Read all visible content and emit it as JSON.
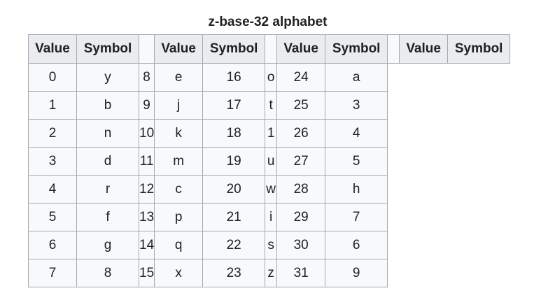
{
  "caption": "z-base-32 alphabet",
  "headers": {
    "value": "Value",
    "symbol": "Symbol"
  },
  "rows": [
    [
      {
        "v": "0",
        "s": "y"
      },
      {
        "v": "8",
        "s": "e"
      },
      {
        "v": "16",
        "s": "o"
      },
      {
        "v": "24",
        "s": "a"
      }
    ],
    [
      {
        "v": "1",
        "s": "b"
      },
      {
        "v": "9",
        "s": "j"
      },
      {
        "v": "17",
        "s": "t"
      },
      {
        "v": "25",
        "s": "3"
      }
    ],
    [
      {
        "v": "2",
        "s": "n"
      },
      {
        "v": "10",
        "s": "k"
      },
      {
        "v": "18",
        "s": "1"
      },
      {
        "v": "26",
        "s": "4"
      }
    ],
    [
      {
        "v": "3",
        "s": "d"
      },
      {
        "v": "11",
        "s": "m"
      },
      {
        "v": "19",
        "s": "u"
      },
      {
        "v": "27",
        "s": "5"
      }
    ],
    [
      {
        "v": "4",
        "s": "r"
      },
      {
        "v": "12",
        "s": "c"
      },
      {
        "v": "20",
        "s": "w"
      },
      {
        "v": "28",
        "s": "h"
      }
    ],
    [
      {
        "v": "5",
        "s": "f"
      },
      {
        "v": "13",
        "s": "p"
      },
      {
        "v": "21",
        "s": "i"
      },
      {
        "v": "29",
        "s": "7"
      }
    ],
    [
      {
        "v": "6",
        "s": "g"
      },
      {
        "v": "14",
        "s": "q"
      },
      {
        "v": "22",
        "s": "s"
      },
      {
        "v": "30",
        "s": "6"
      }
    ],
    [
      {
        "v": "7",
        "s": "8"
      },
      {
        "v": "15",
        "s": "x"
      },
      {
        "v": "23",
        "s": "z"
      },
      {
        "v": "31",
        "s": "9"
      }
    ]
  ]
}
